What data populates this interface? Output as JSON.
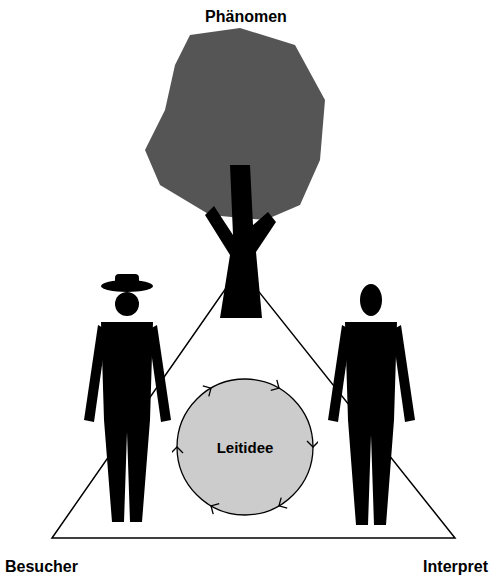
{
  "diagram": {
    "nodes": [
      {
        "text": [
          "Leitidee"
        ]
      }
    ],
    "labels": [
      "Phänomen",
      "Besucher",
      "Interpret"
    ]
  }
}
